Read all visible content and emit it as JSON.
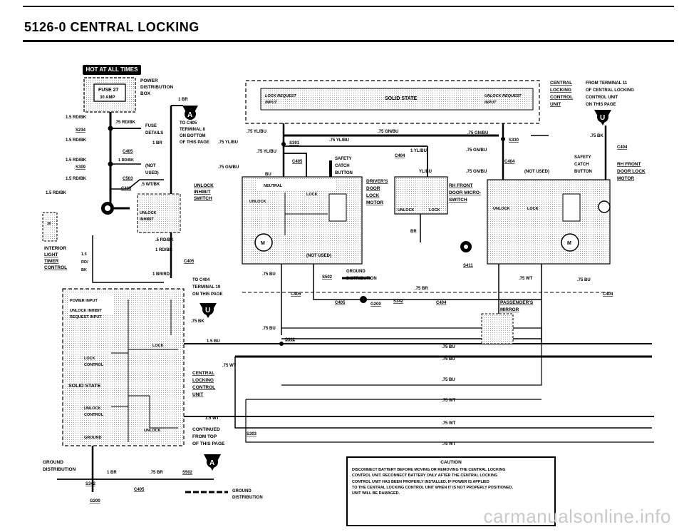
{
  "header": {
    "title": "5126-0   CENTRAL LOCKING"
  },
  "hot_at_all_times": "HOT AT ALL TIMES",
  "labels": {
    "power_distribution_box": [
      "POWER",
      "DISTRIBUTION",
      "BOX"
    ],
    "fuse": [
      "FUSE 27",
      "30 AMP"
    ],
    "fuse_details": [
      "FUSE",
      "DETAILS"
    ],
    "to_c405": [
      "TO C405",
      "TERMINAL 8",
      "ON BOTTOM",
      "OF THIS PAGE"
    ],
    "c_tag_a": "A",
    "c_tag_u": "U",
    "wire_rd_bk_1": "1.5 RD/BK",
    "wire_rd_bk_2": ".75 RD/BK",
    "s234": "S234",
    "wire_rd_bk_3": "1.5 RD/BK",
    "c405": "C405",
    "wire_rd_bk_4": "1.5 RD/BK",
    "s309": "S309",
    "wire_rd_bk_5": "1.5 RD/BK",
    "c503": "C503",
    "not_used": [
      "(NOT",
      "USED)"
    ],
    "wt_bk": ".5 WT/BK",
    "interior_light_timer_control": [
      "INTERIOR",
      "LIGHT",
      "TIMER",
      "CONTROL"
    ],
    "one_br": "1 BR",
    "unlock_inhibit_switch": [
      "UNLOCK",
      "INHIBIT",
      "SWITCH"
    ],
    "unlock_inhibit": [
      "UNLOCK",
      "INHIBIT"
    ],
    "rd_bk_5": ".5 RD/BK",
    "rd_br": "1 RD/BR",
    "br_rd": "1 BR/RD",
    "to_c404": [
      "TO C404",
      "TERMINAL 19",
      "ON THIS PAGE"
    ],
    "power_input": "POWER INPUT",
    "unlock_inhibit_request_input": [
      "UNLOCK INHIBIT",
      "REQUEST INPUT"
    ],
    "lock_control": [
      "LOCK",
      "CONTROL"
    ],
    "solid_state": "SOLID STATE",
    "unlock_control": [
      "UNLOCK",
      "CONTROL"
    ],
    "ground": "GROUND",
    "lock": "LOCK",
    "unlock": "UNLOCK",
    "bk_75": ".75 BK",
    "central_locking_unit": [
      "CENTRAL",
      "LOCKING",
      "CONTROL",
      "UNIT"
    ],
    "continued_from_top": [
      "CONTINUED",
      "FROM TOP",
      "OF THIS PAGE"
    ],
    "lock_request_input": [
      "LOCK REQUEST",
      "INPUT"
    ],
    "unlock_request_input": [
      "UNLOCK REQUEST",
      "INPUT"
    ],
    "solid_state_top": "SOLID STATE",
    "from_terminal": [
      "FROM TERMINAL 11",
      "OF CENTRAL LOCKING",
      "CONTROL UNIT",
      "ON THIS PAGE"
    ],
    "safety_catch_button": [
      "SAFETY",
      "CATCH",
      "BUTTON"
    ],
    "drivers_door_lock_motor": [
      "DRIVER'S",
      "DOOR",
      "LOCK",
      "MOTOR"
    ],
    "rh_front_door_micro_switch": [
      "RH FRONT",
      "DOOR MICRO-",
      "SWITCH"
    ],
    "rh_front_door_lock_motor": [
      "RH FRONT",
      "DOOR LOCK",
      "MOTOR"
    ],
    "neutral": "NEUTRAL",
    "not_used_2": "(NOT USED)",
    "ground_distribution": [
      "GROUND",
      "DISTRIBUTION"
    ],
    "passengers_mirror": [
      "PASSENGER'S",
      "MIRROR"
    ],
    "s391": "S391",
    "s330": "S330",
    "s502": "S502",
    "s342": "S342",
    "s411": "S411",
    "s302": "S302",
    "s303": "S303",
    "g200": "G200",
    "c404": "C404",
    "yl_bu": ".75 YL/BU",
    "gn_bu": ".75 GN/BU",
    "bu_75": ".75 BU",
    "wt_75": ".75 WT",
    "br_75": ".75 BR",
    "bu_15": "1.5 BU",
    "wt_15": "1.5 WT",
    "br_1": "1 BR",
    "yl_bu_1": "1 YL/BU",
    "yl_bu_lbl": "YL/BU",
    "bu_3": "BU",
    "br_lbl": "BR",
    "ground_distribution_bottom": [
      "GROUND",
      "DISTRIBUTION"
    ],
    "lock_word": "LOCK",
    "unlock_word": "UNLOCK"
  },
  "caution": {
    "title": "CAUTION",
    "lines": [
      "DISCONNECT BATTERY BEFORE MOVING OR REMOVING THE CENTRAL LOCKING",
      "CONTROL UNIT. RECONNECT BATTERY ONLY AFTER THE CENTRAL LOCKING",
      "CONTROL UNIT HAS BEEN PROPERLY INSTALLED. IF POWER IS APPLIED",
      "TO THE CENTRAL LOCKING CONTROL UNIT WHEN IT IS NOT PROPERLY POSITIONED,",
      "UNIT WILL BE DAMAGED."
    ]
  },
  "watermark": "carmanualsonline.info"
}
